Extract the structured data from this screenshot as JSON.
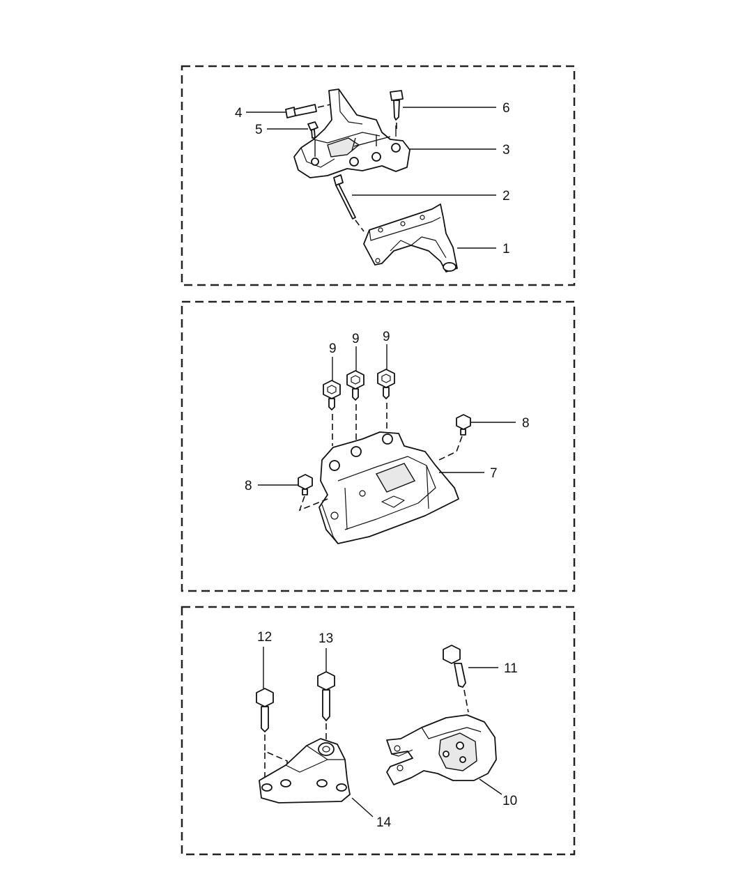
{
  "panels": [
    {
      "name": "upper-mount-panel",
      "callouts": [
        "1",
        "2",
        "3",
        "4",
        "5",
        "6"
      ]
    },
    {
      "name": "middle-mount-panel",
      "callouts": [
        "7",
        "8",
        "8",
        "9",
        "9",
        "9"
      ]
    },
    {
      "name": "lower-mount-panel",
      "callouts": [
        "10",
        "11",
        "12",
        "13",
        "14"
      ]
    }
  ],
  "callouts": {
    "c1": "1",
    "c2": "2",
    "c3": "3",
    "c4": "4",
    "c5": "5",
    "c6": "6",
    "c7": "7",
    "c8a": "8",
    "c8b": "8",
    "c9a": "9",
    "c9b": "9",
    "c9c": "9",
    "c10": "10",
    "c11": "11",
    "c12": "12",
    "c13": "13",
    "c14": "14"
  }
}
